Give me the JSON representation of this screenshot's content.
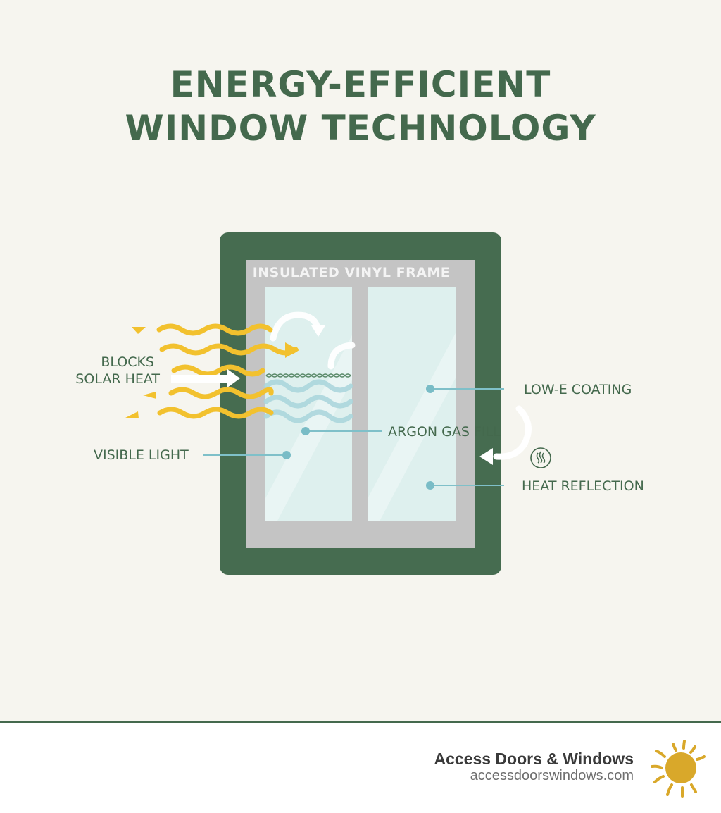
{
  "title": {
    "line1": "ENERGY-EFFICIENT",
    "line2": "WINDOW TECHNOLOGY"
  },
  "window": {
    "frame_label": "INSULATED VINYL FRAME"
  },
  "labels": {
    "blocks_solar_heat_line1": "BLOCKS",
    "blocks_solar_heat_line2": "SOLAR HEAT",
    "low_e_coating": "LOW-E COATING",
    "argon_gas_fill": "ARGON GAS FILL",
    "visible_light": "VISIBLE LIGHT",
    "heat_reflection": "HEAT REFLECTION"
  },
  "icons": {
    "solar_waves": "wavy-arrows-icon",
    "heat": "heat-waves-icon",
    "sun": "sun-icon"
  },
  "colors": {
    "brand_green": "#44694d",
    "frame_green": "#466c50",
    "frame_gray": "#c4c4c4",
    "glass": "#def0ee",
    "solar_yellow": "#f2c12e",
    "leader_teal": "#7fc0c9",
    "sun_gold": "#d9a82a",
    "background": "#f6f5ef"
  },
  "footer": {
    "brand_name": "Access Doors & Windows",
    "brand_url": "accessdoorswindows.com"
  }
}
